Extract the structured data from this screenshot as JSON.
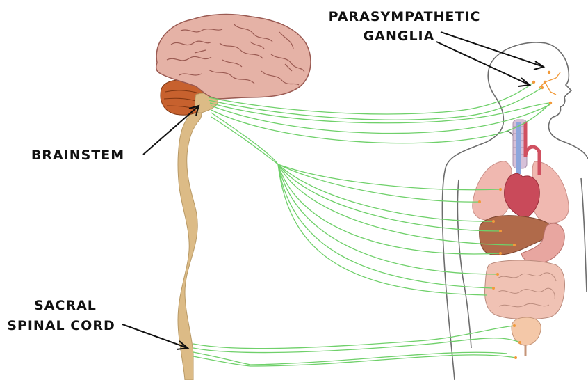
{
  "labels": {
    "parasympathetic_line1": "PARASYMPATHETIC",
    "parasympathetic_line2": "GANGLIA",
    "brainstem": "BRAINSTEM",
    "sacral_line1": "SACRAL",
    "sacral_line2": "SPINAL CORD"
  },
  "colors": {
    "brain": "#e5b2a6",
    "brain_fold": "#9a5a52",
    "cerebellum": "#c7612e",
    "spinal_cord": "#dcbb86",
    "nerve": "#6fd06a",
    "ganglion": "#f29a3a",
    "heart": "#c94a5a",
    "lung": "#f0b8b0",
    "liver": "#b06a4a",
    "stomach": "#e8a6a0",
    "intestine": "#f0c2b4",
    "bladder": "#f4c8a8",
    "trachea": "#d6c0d8",
    "vein": "#8da6dc",
    "artery": "#d05060"
  },
  "icons": [
    "brain-icon",
    "human-body-icon",
    "heart-icon",
    "lungs-icon",
    "liver-icon",
    "stomach-icon",
    "intestines-icon",
    "bladder-icon"
  ]
}
